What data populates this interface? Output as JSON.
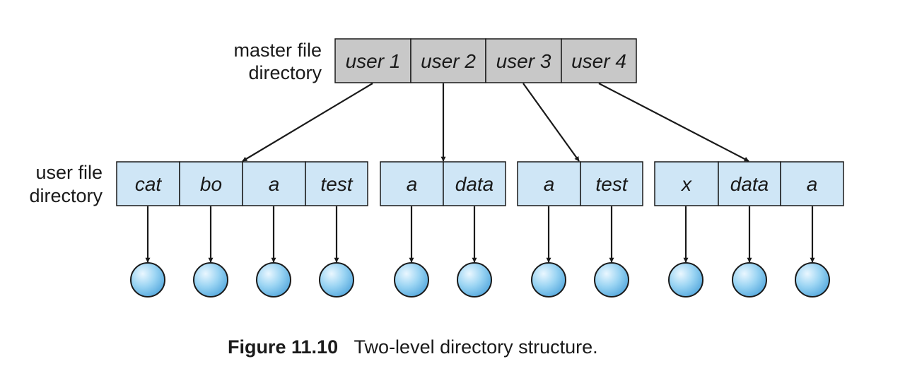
{
  "master_directory": {
    "label_lines": [
      "master file",
      "directory"
    ],
    "entries": [
      "user 1",
      "user 2",
      "user 3",
      "user 4"
    ],
    "fill": "#c8c8c8"
  },
  "user_directory": {
    "label_lines": [
      "user file",
      "directory"
    ],
    "fill": "#cfe6f6",
    "groups": [
      {
        "owner": "user 1",
        "entries": [
          "cat",
          "bo",
          "a",
          "test"
        ]
      },
      {
        "owner": "user 2",
        "entries": [
          "a",
          "data"
        ]
      },
      {
        "owner": "user 3",
        "entries": [
          "a",
          "test"
        ]
      },
      {
        "owner": "user 4",
        "entries": [
          "x",
          "data",
          "a"
        ]
      }
    ]
  },
  "file_node_color": "#8fcdf0",
  "caption": {
    "number": "Figure 11.10",
    "text": "Two-level directory structure."
  }
}
